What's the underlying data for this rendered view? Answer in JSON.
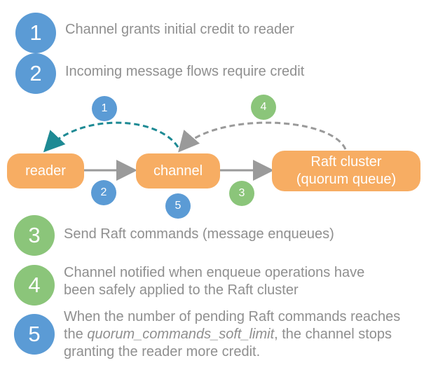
{
  "legend": {
    "item1": {
      "number": "1",
      "text": "Channel grants initial credit to reader"
    },
    "item2": {
      "number": "2",
      "text": "Incoming message flows require credit"
    },
    "item3": {
      "number": "3",
      "text": "Send Raft commands (message enqueues)"
    },
    "item4": {
      "number": "4",
      "line1": "Channel notified when enqueue operations have",
      "line2": "been safely applied to the Raft cluster"
    },
    "item5": {
      "number": "5",
      "line1": "When the number of pending Raft commands reaches",
      "line2_prefix": "the ",
      "line2_italic": "quorum_commands_soft_limit",
      "line2_suffix": ", the channel stops",
      "line3": "granting the reader more credit."
    }
  },
  "diagram": {
    "nodes": {
      "reader": "reader",
      "channel": "channel",
      "raft_line1": "Raft cluster",
      "raft_line2": "(quorum queue)"
    },
    "badges": {
      "b1": "1",
      "b2": "2",
      "b3": "3",
      "b4": "4",
      "b5": "5"
    }
  },
  "colors": {
    "blue": "#5b9bd5",
    "green": "#8bc57a",
    "node_orange": "#f7ad63",
    "text_gray": "#8f8f8f",
    "arrow_gray": "#9a9a9a",
    "teal_dashed": "#1e8a94"
  }
}
